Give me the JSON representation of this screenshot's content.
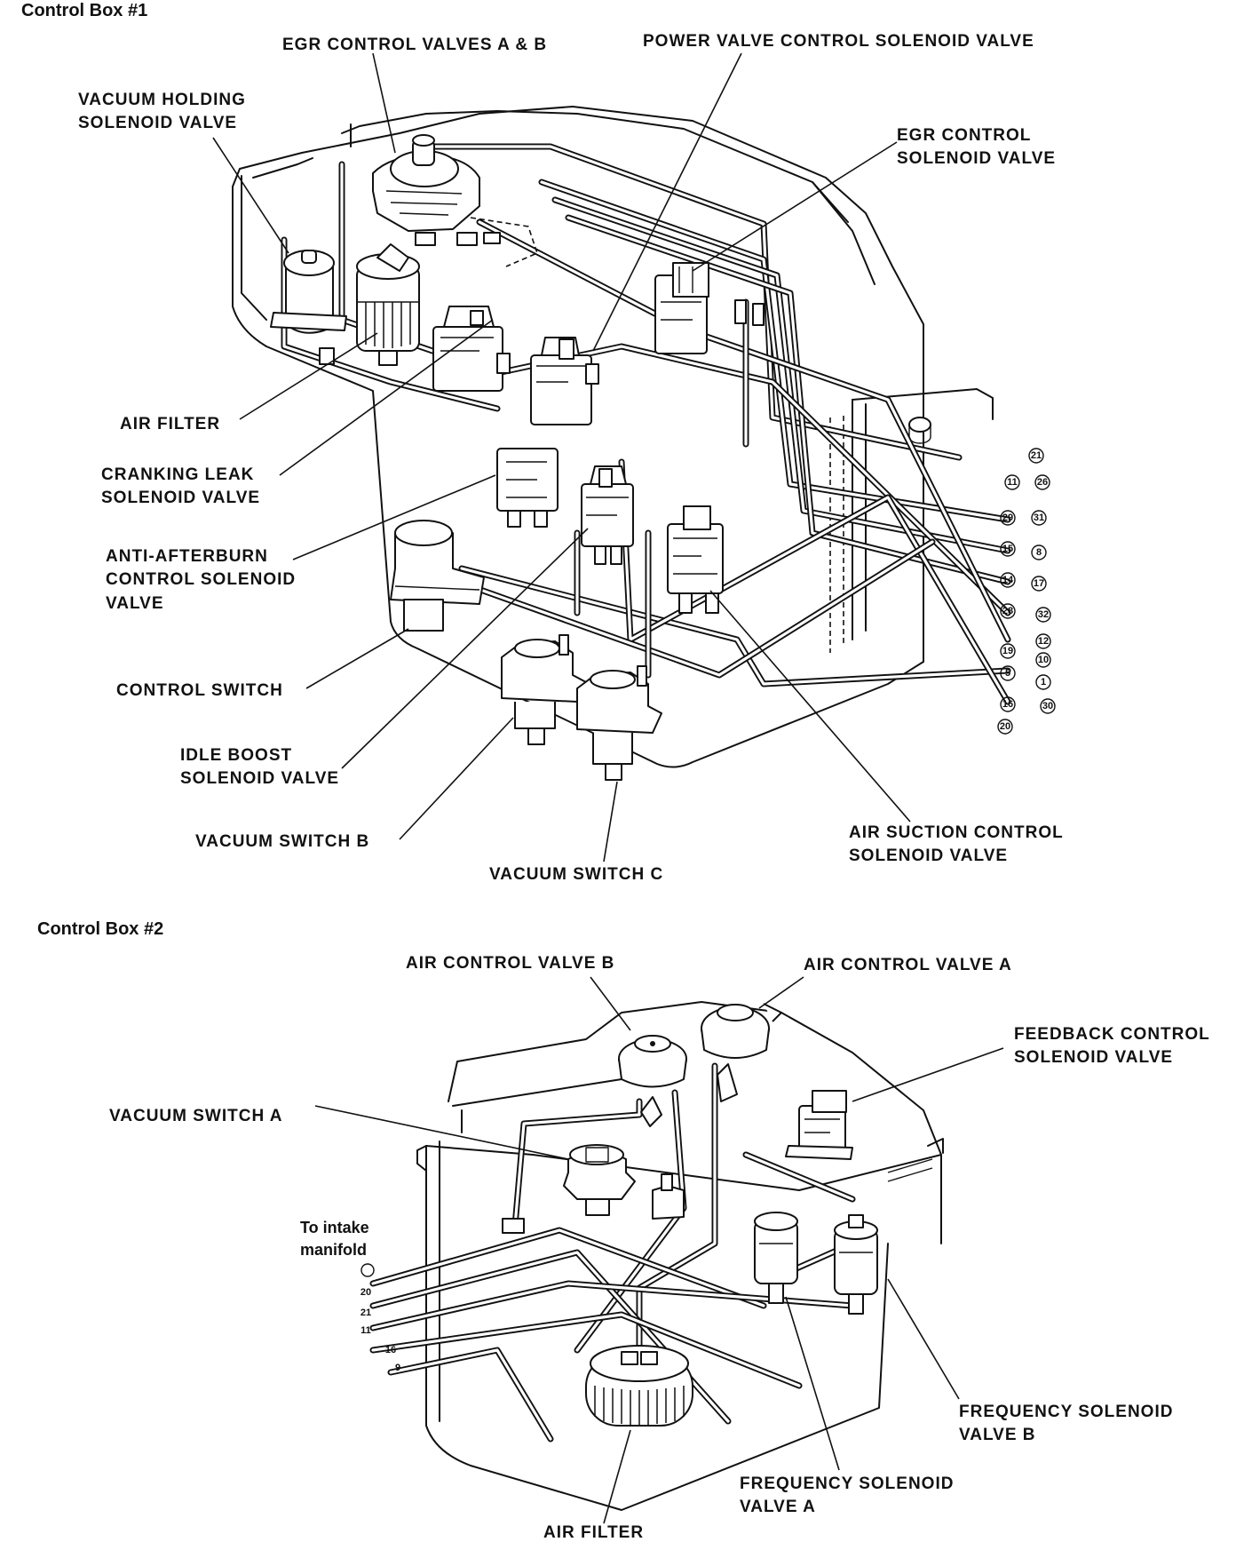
{
  "box1": {
    "title": "Control Box #1",
    "labels": {
      "egr_valves": "EGR CONTROL VALVES  A & B",
      "power_valve": "POWER VALVE CONTROL SOLENOID VALVE",
      "vacuum_holding_1": "VACUUM HOLDING",
      "vacuum_holding_2": "SOLENOID VALVE",
      "egr_solenoid_1": "EGR  CONTROL",
      "egr_solenoid_2": "SOLENOID VALVE",
      "air_filter": "AIR FILTER",
      "cranking_1": "CRANKING LEAK",
      "cranking_2": "SOLENOID VALVE",
      "anti_1": "ANTI-AFTERBURN",
      "anti_2": "CONTROL SOLENOID",
      "anti_3": "VALVE",
      "control_switch": "CONTROL SWITCH",
      "idle_1": "IDLE BOOST",
      "idle_2": "SOLENOID VALVE",
      "vacuum_b": "VACUUM SWITCH B",
      "vacuum_c": "VACUUM SWITCH  C",
      "air_suction_1": "AIR SUCTION  CONTROL",
      "air_suction_2": "SOLENOID VALVE"
    },
    "ports": [
      "21",
      "11",
      "26",
      "29",
      "31",
      "15",
      "8",
      "14",
      "17",
      "28",
      "32",
      "12",
      "19",
      "10",
      "5",
      "1",
      "16",
      "30",
      "20"
    ]
  },
  "box2": {
    "title": "Control Box #2",
    "labels": {
      "acv_b": "AIR CONTROL VALVE B",
      "acv_a": "AIR CONTROL VALVE A",
      "feedback_1": "FEEDBACK CONTROL",
      "feedback_2": "SOLENOID VALVE",
      "vacuum_a": "VACUUM SWITCH A",
      "intake_1": "To intake",
      "intake_2": "manifold",
      "freq_b_1": "FREQUENCY SOLENOID",
      "freq_b_2": "VALVE B",
      "freq_a_1": "FREQUENCY SOLENOID",
      "freq_a_2": "VALVE A",
      "air_filter": "AIR FILTER"
    },
    "ports": [
      "20",
      "21",
      "11",
      "16",
      "9"
    ]
  }
}
